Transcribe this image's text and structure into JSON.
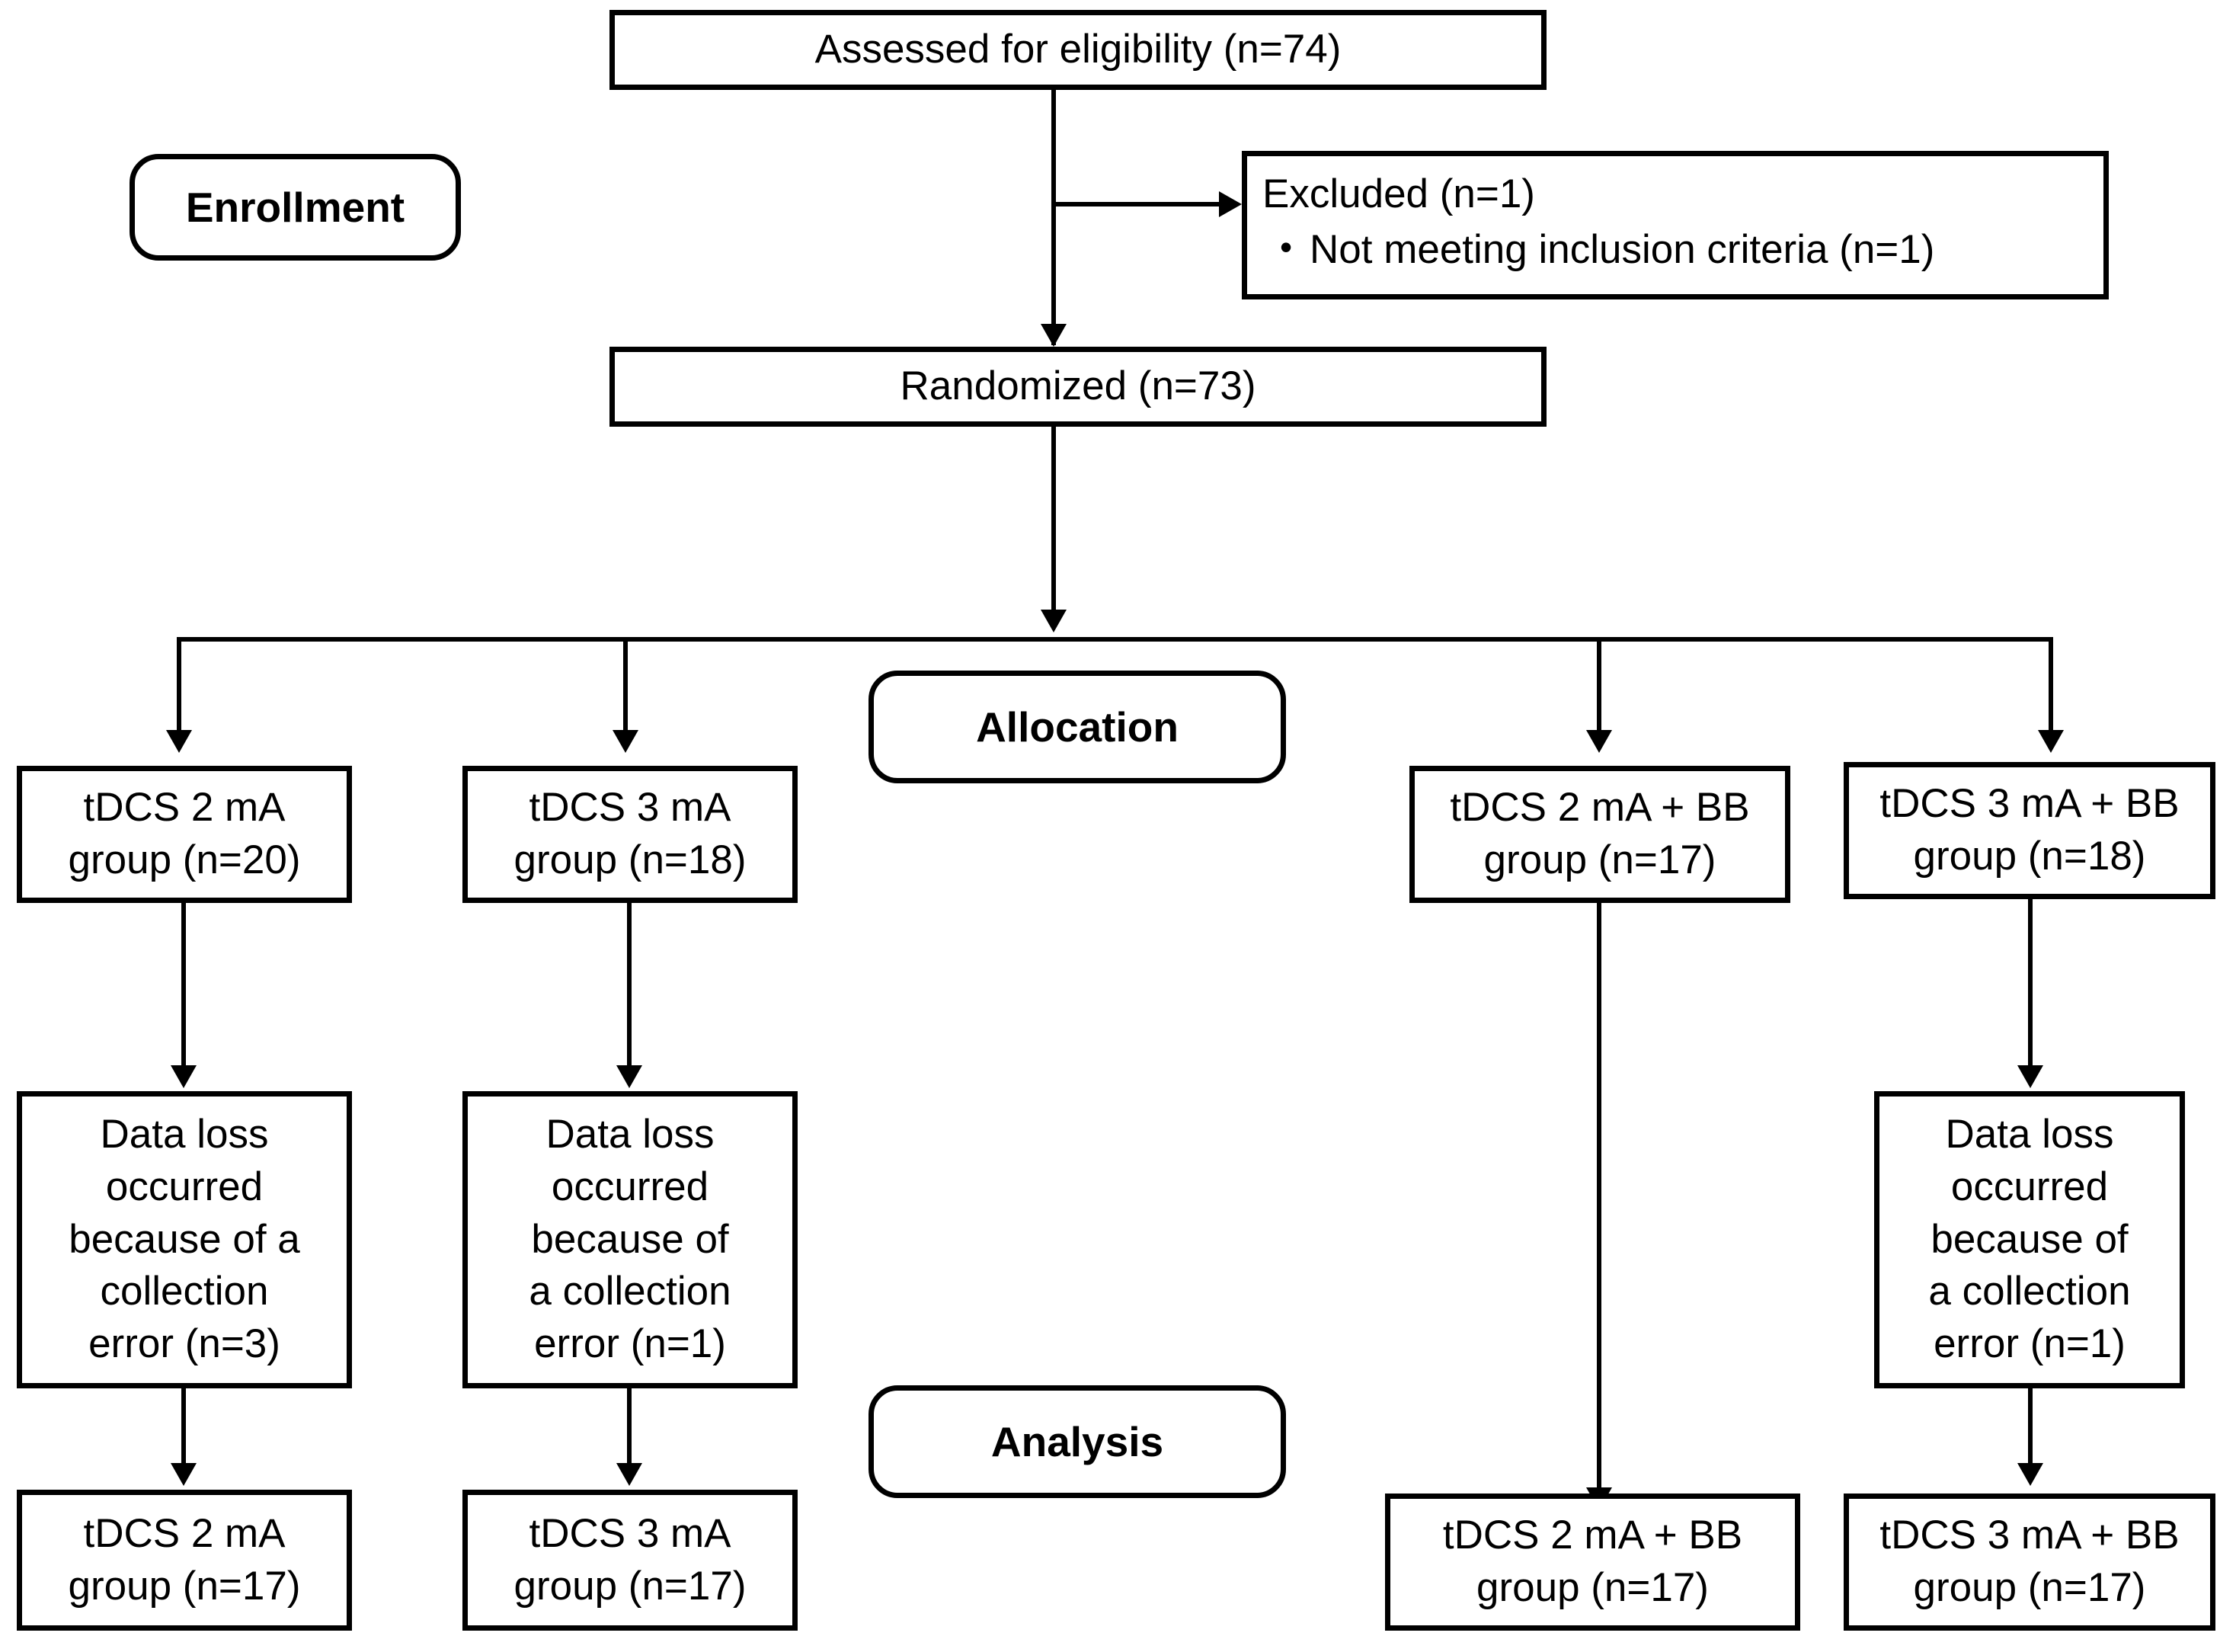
{
  "diagram": {
    "title": "CONSORT participant flow diagram",
    "type": "flowchart",
    "colors": {
      "stroke": "#000000",
      "background": "#ffffff",
      "text": "#000000"
    }
  },
  "stages": {
    "enrollment": "Enrollment",
    "allocation": "Allocation",
    "analysis": "Analysis"
  },
  "nodes": {
    "assessed": "Assessed for eligibility (n=74)",
    "excluded": {
      "heading": "Excluded (n=1)",
      "bullet_glyph": "•",
      "reason": "Not meeting inclusion criteria (n=1)"
    },
    "randomized": "Randomized (n=73)",
    "allocated": [
      "tDCS 2 mA\ngroup (n=20)",
      "tDCS 3 mA\ngroup (n=18)",
      "tDCS 2 mA + BB\ngroup (n=17)",
      "tDCS 3 mA + BB\ngroup (n=18)"
    ],
    "dataloss": [
      "Data loss\noccurred\nbecause of a\ncollection\nerror (n=3)",
      "Data loss\noccurred\nbecause of\na collection\nerror (n=1)",
      "Data loss\noccurred\nbecause of\na collection\nerror (n=1)"
    ],
    "analyzed": [
      "tDCS 2 mA\ngroup (n=17)",
      "tDCS 3 mA\ngroup (n=17)",
      "tDCS 2 mA + BB\ngroup (n=17)",
      "tDCS 3 mA + BB\ngroup (n=17)"
    ]
  }
}
